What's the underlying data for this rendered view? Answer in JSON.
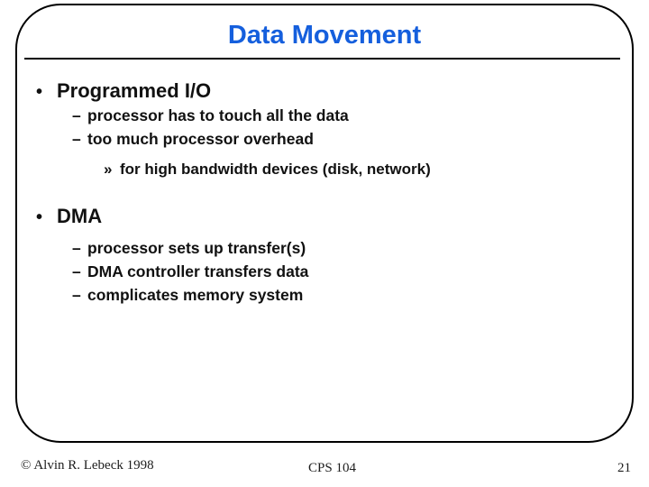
{
  "slide": {
    "title": "Data Movement"
  },
  "colors": {
    "title": "#155fdd",
    "body_text": "#111111",
    "frame_border": "#000000",
    "footer_text": "#1d1d1d",
    "background": "#ffffff"
  },
  "content": {
    "items": [
      {
        "level": 1,
        "marker": "•",
        "text": "Programmed I/O"
      },
      {
        "level": 2,
        "marker": "–",
        "text": "processor has to touch all the data"
      },
      {
        "level": 2,
        "marker": "–",
        "text": "too much processor overhead"
      },
      {
        "level": 3,
        "marker": "»",
        "text": "for high bandwidth devices (disk, network)"
      },
      {
        "level": 1,
        "marker": "•",
        "text": "DMA"
      },
      {
        "level": 2,
        "marker": "–",
        "text": "processor sets up transfer(s)"
      },
      {
        "level": 2,
        "marker": "–",
        "text": "DMA controller transfers data"
      },
      {
        "level": 2,
        "marker": "–",
        "text": "complicates memory system"
      }
    ]
  },
  "footer": {
    "copyright": "© Alvin R. Lebeck 1998",
    "course_code": "CPS 104",
    "page_number": "21"
  }
}
